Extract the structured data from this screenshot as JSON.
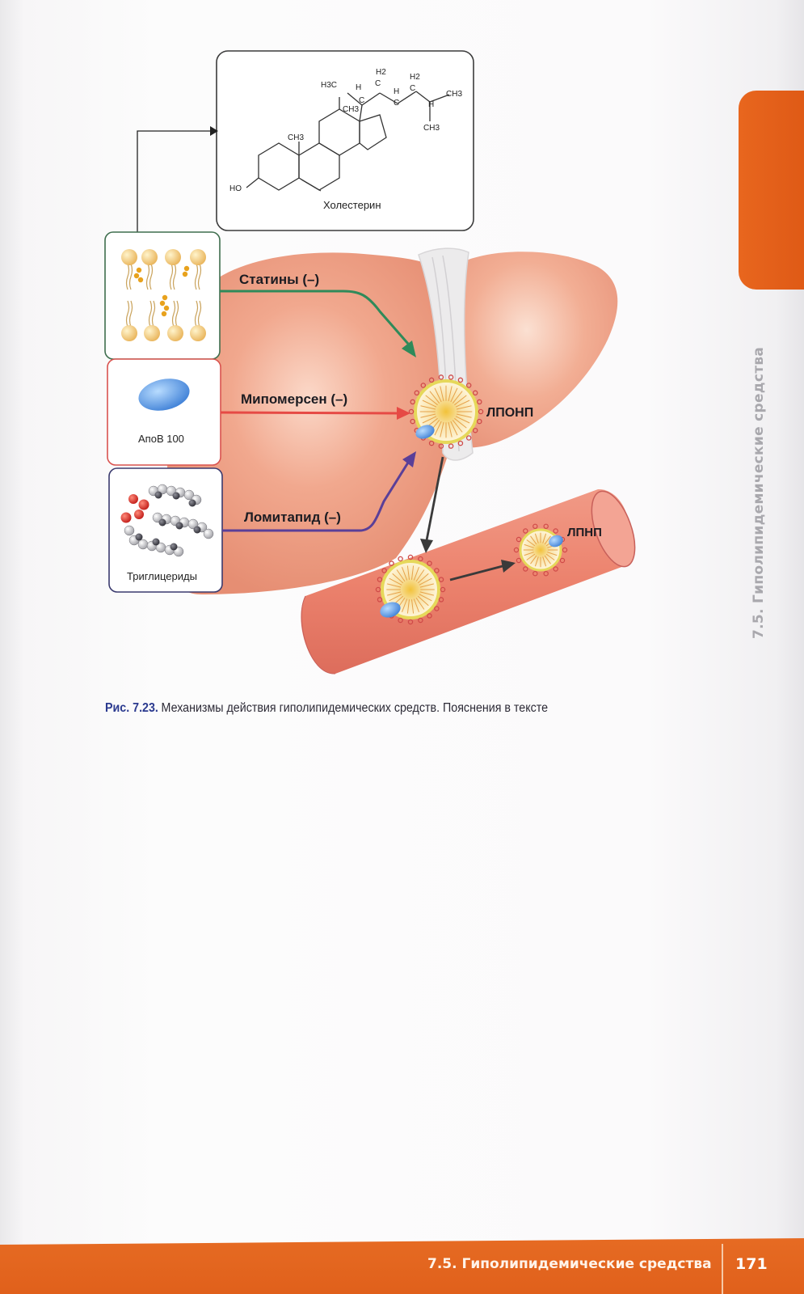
{
  "figure": {
    "cholesterol_label": "Холестерин",
    "chem": {
      "h3c": "H3C",
      "h_a": "H",
      "h2_a": "H2",
      "c_a": "C",
      "c_b": "C",
      "h_b": "H",
      "c_c": "C",
      "h2_b": "H2",
      "c_d": "C",
      "ch3_r": "CH3",
      "ch3_down": "CH3",
      "ch3_ring": "CH3",
      "ch3_ring2": "CH3",
      "h_c": "H",
      "ho": "HO"
    },
    "apob_label": "АпоВ 100",
    "triglycerides_label": "Триглицериды",
    "statins_label": "Статины (–)",
    "mipomersen_label": "Мипомерсен (–)",
    "lomitapide_label": "Ломитапид (–)",
    "vldl_label": "ЛПОНП",
    "ldl_label": "ЛПНП",
    "colors": {
      "statins_arrow": "#2f8a5a",
      "mipomersen_arrow": "#e64a45",
      "lomitapide_arrow": "#5a3f98",
      "liver": "#eea086",
      "vessel": "#eb8270"
    }
  },
  "caption": {
    "fig_num": "Рис. 7.23.",
    "text": "Механизмы действия гиполипидемических средств. Пояснения в тексте"
  },
  "side_tab": {
    "running_title": "7.5. Гиполипидемические средства"
  },
  "footer": {
    "running_title": "7.5. Гиполипидемические средства",
    "page_number": "171"
  }
}
